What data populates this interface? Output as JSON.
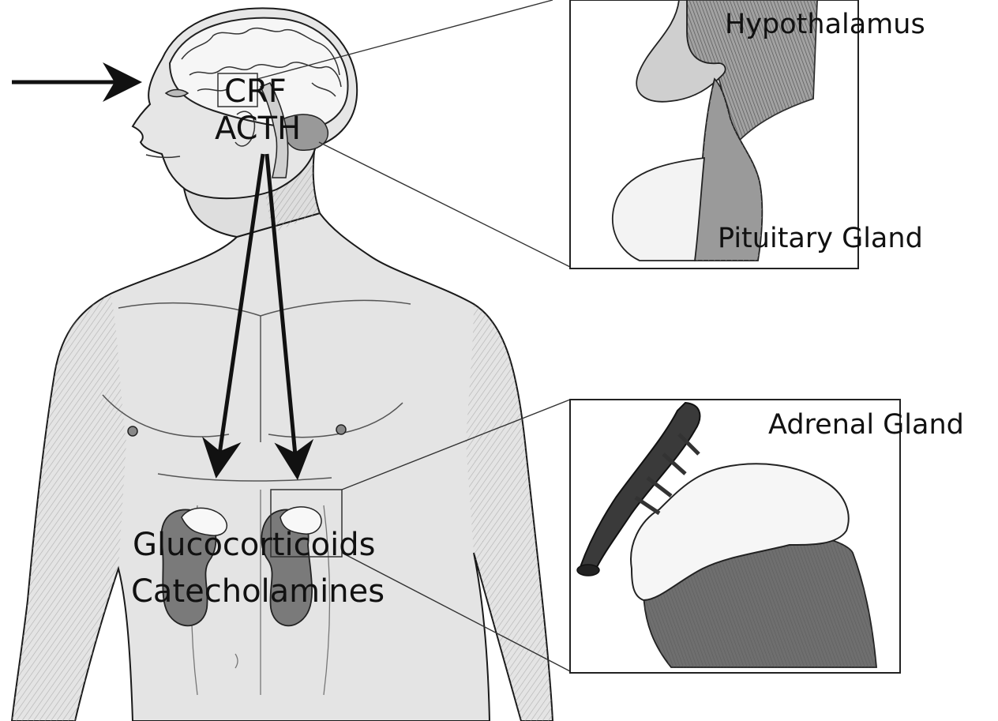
{
  "labels": {
    "crf": "CRF",
    "acth": "ACTH",
    "hypothalamus": "Hypothalamus",
    "pituitary": "Pituitary Gland",
    "adrenal": "Adrenal Gland",
    "glucocorticoids": "Glucocorticoids",
    "catecholamines": "Catecholamines"
  },
  "colors": {
    "line": "#1a1a1a",
    "skin": "#e2e2e2",
    "shade": "#bdbdbd",
    "dark": "#6e6e6e",
    "gland": "#f4f4f4"
  }
}
